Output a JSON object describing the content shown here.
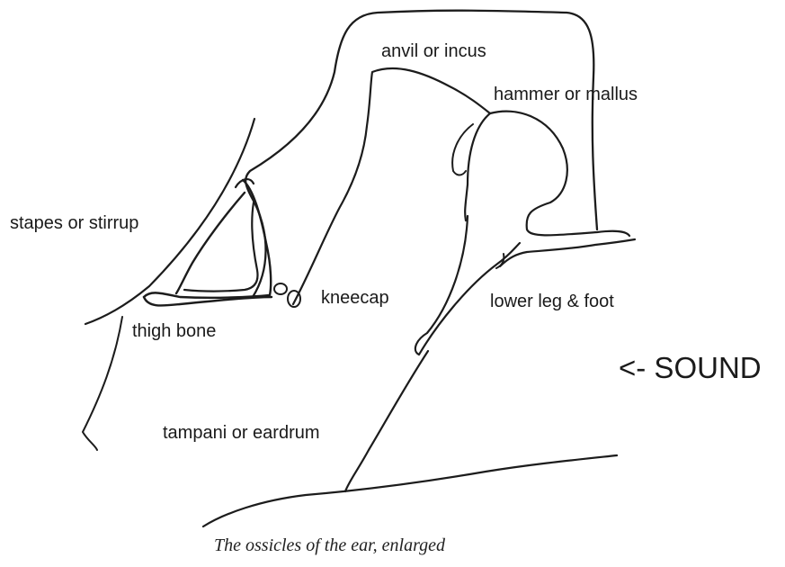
{
  "labels": {
    "anvil": "anvil or incus",
    "hammer": "hammer or mallus",
    "stapes": "stapes or stirrup",
    "kneecap": "kneecap",
    "lower_leg": "lower leg & foot",
    "thigh": "thigh bone",
    "sound": "<- SOUND",
    "eardrum": "tampani or eardrum"
  },
  "caption": "The ossicles of the ear, enlarged"
}
